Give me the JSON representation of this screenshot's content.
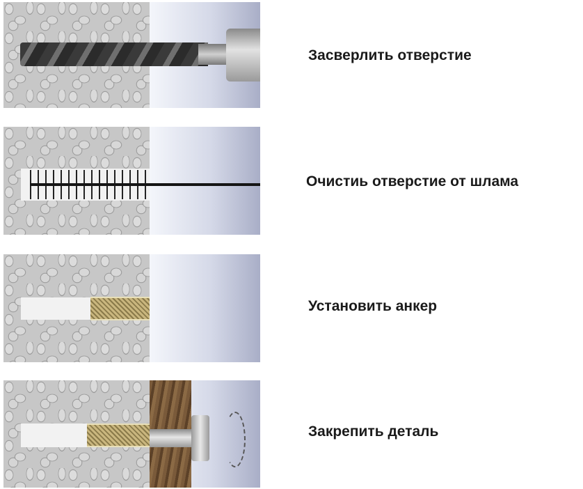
{
  "steps": [
    {
      "label": "Засверлить отверстие",
      "illustration": "drill-into-concrete"
    },
    {
      "label": "Очистиь отверстие от шлама",
      "illustration": "brush-cleaning-hole"
    },
    {
      "label": "Установить анкер",
      "illustration": "anchor-inserted"
    },
    {
      "label": "Закрепить деталь",
      "illustration": "bolt-tightened-through-wood"
    }
  ],
  "colors": {
    "concrete": "#c7c7c7",
    "air_gradient_end": "#a9aec7",
    "anchor": "#c9b67e",
    "wood": "#6b4c30",
    "text": "#1a1a1a"
  }
}
